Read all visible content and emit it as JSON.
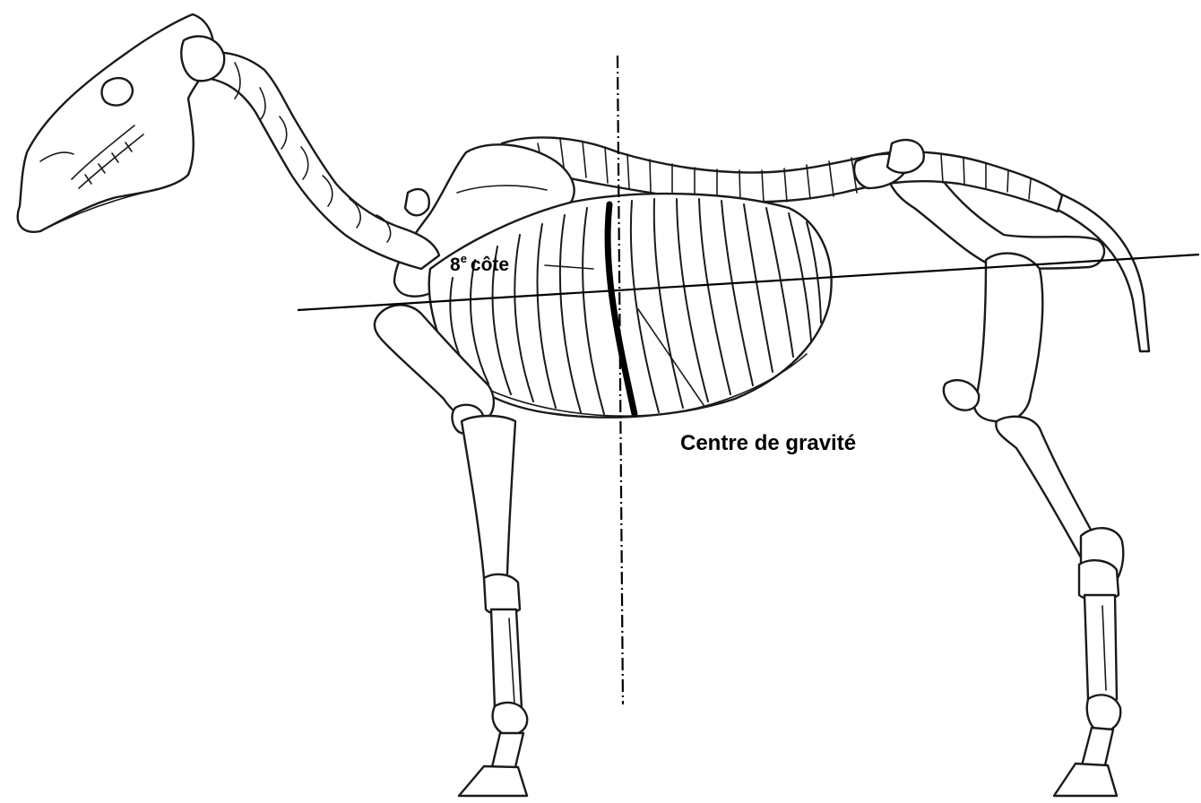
{
  "diagram": {
    "labels": {
      "eighth_rib_number": "8",
      "eighth_rib_superscript": "e",
      "eighth_rib_word": "côte",
      "center_of_gravity": "Centre de gravité"
    },
    "colors": {
      "ink": "#1a1a1a",
      "paper": "#ffffff"
    }
  }
}
